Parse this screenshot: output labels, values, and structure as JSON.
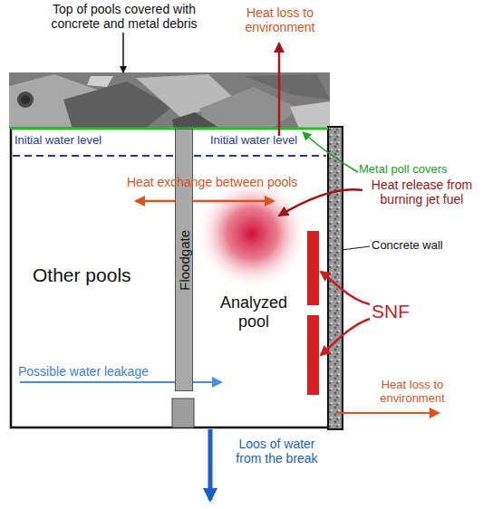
{
  "diagram": {
    "nodes": [
      {
        "text": [
          "Floodgate"
        ]
      }
    ],
    "labels": [
      "Top of pools covered with concrete and metal debris",
      "Heat loss to environment",
      "Initial water level",
      "Initial water level",
      "Metal poll covers",
      "Heat exchange between pools",
      "Heat release from burning jet fuel",
      "Concrete wall",
      "Other pools",
      "Analyzed pool",
      "SNF",
      "Heat loss to environment",
      "Possible water leakage",
      "Loos of water from the break"
    ]
  }
}
